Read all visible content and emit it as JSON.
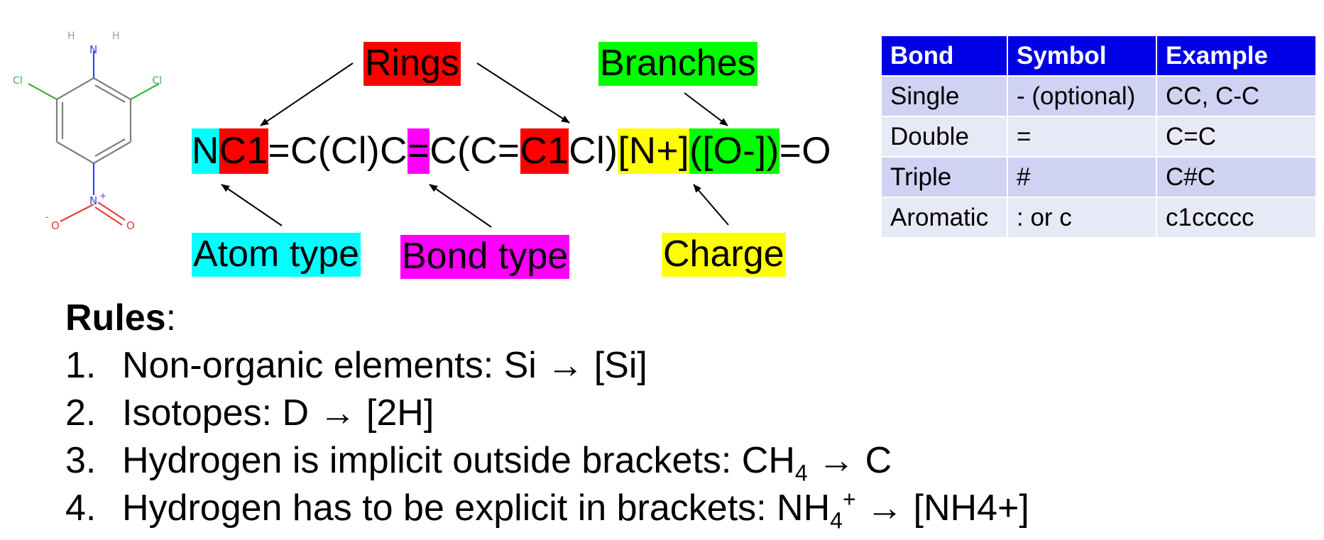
{
  "molecule": {
    "atom_labels": {
      "h1": "H",
      "h2": "H",
      "n_amine": "N",
      "cl_left": "Cl",
      "cl_right": "Cl",
      "n_nitro": "N",
      "n_nitro_charge": "+",
      "o_left_charge": "-",
      "o_left": "O",
      "o_right": "O"
    }
  },
  "smiles": {
    "segments": [
      {
        "text": "N",
        "highlight": "#00ffff"
      },
      {
        "text": "C1",
        "highlight": "#ff0000"
      },
      {
        "text": "=C(Cl)C",
        "highlight": ""
      },
      {
        "text": "=",
        "highlight": "#ff00ff"
      },
      {
        "text": "C(C=",
        "highlight": ""
      },
      {
        "text": "C1",
        "highlight": "#ff0000"
      },
      {
        "text": "Cl)",
        "highlight": ""
      },
      {
        "text": "[N+]",
        "highlight": "#ffff00"
      },
      {
        "text": "([O-])",
        "highlight": "#00ff00"
      },
      {
        "text": "=O",
        "highlight": ""
      }
    ]
  },
  "labels": {
    "rings": "Rings",
    "branches": "Branches",
    "atom_type": "Atom type",
    "bond_type": "Bond type",
    "charge": "Charge"
  },
  "bond_table": {
    "headers": [
      "Bond",
      "Symbol",
      "Example"
    ],
    "rows": [
      [
        "Single",
        "- (optional)",
        "CC, C-C"
      ],
      [
        "Double",
        "=",
        "C=C"
      ],
      [
        "Triple",
        "#",
        "C#C"
      ],
      [
        "Aromatic",
        ": or c",
        "c1ccccc"
      ]
    ]
  },
  "rules": {
    "title": "Rules",
    "title_colon": ":",
    "items": [
      {
        "num": "1.",
        "text": "Non-organic elements: Si ",
        "arrow": "→",
        "result": " [Si]"
      },
      {
        "num": "2.",
        "text": "Isotopes: D ",
        "arrow": "→",
        "result": " [2H]"
      },
      {
        "num": "3.",
        "text": "Hydrogen is implicit outside brackets: CH",
        "sub": "4",
        "arrow": " →",
        "result": " C"
      },
      {
        "num": "4.",
        "text": "Hydrogen has to be explicit in brackets: NH",
        "sub": "4",
        "sup": "+",
        "arrow": " →",
        "result": " [NH4+]"
      }
    ]
  },
  "colors": {
    "atom": "#00ffff",
    "ring": "#ff0000",
    "bond": "#ff00ff",
    "charge": "#ffff00",
    "branch": "#00ff00",
    "table_header": "#0000e6",
    "table_row_odd": "#cfd2f2",
    "table_row_even": "#e8e9f7"
  }
}
